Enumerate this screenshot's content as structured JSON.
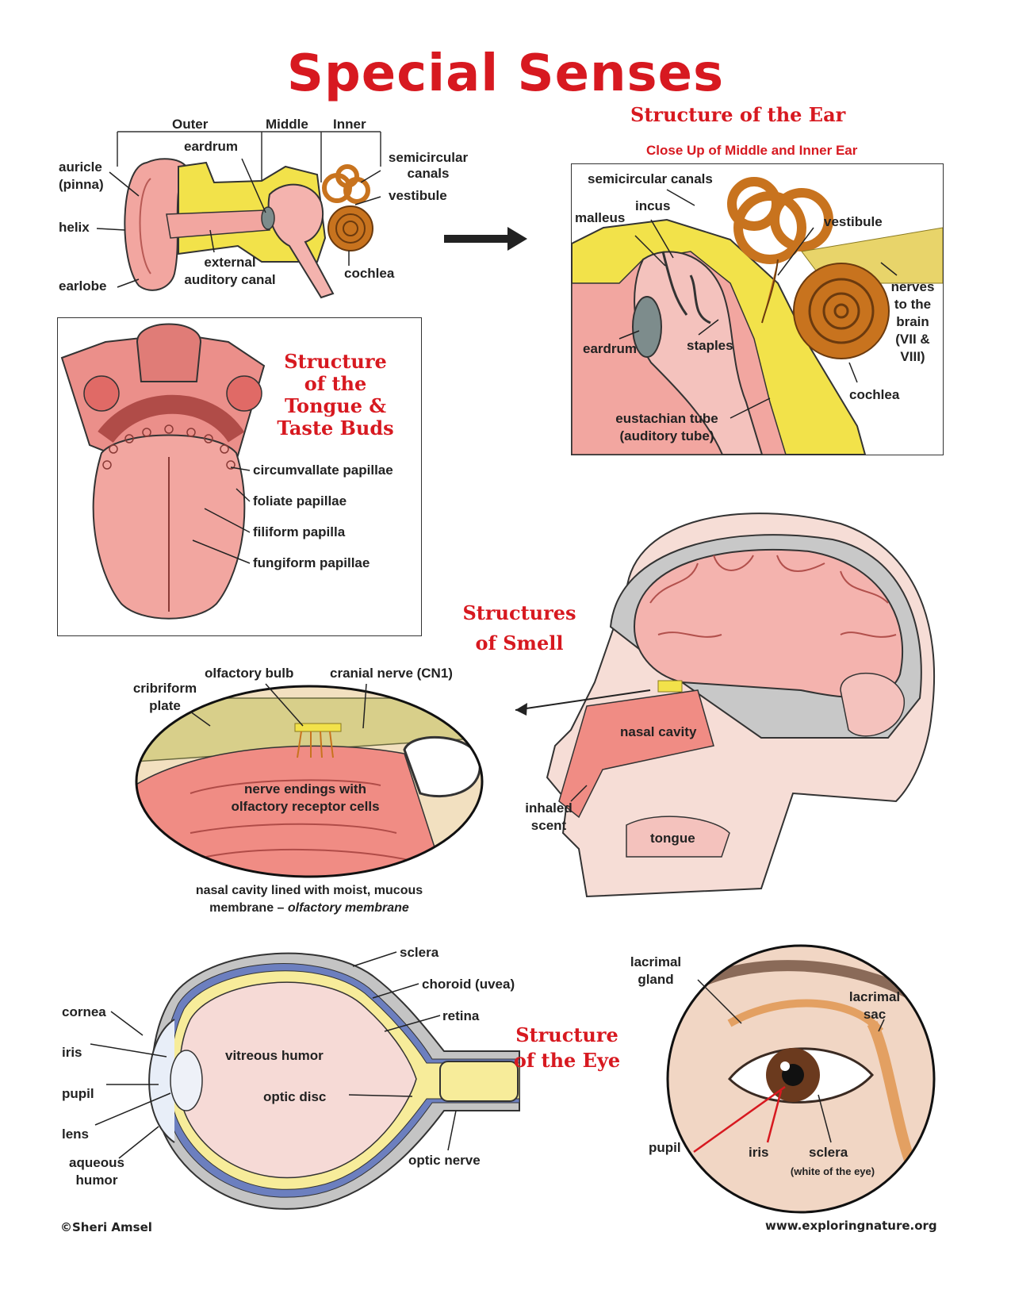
{
  "title": "Special Senses",
  "ear": {
    "title": "Structure of the Ear",
    "regions": [
      "Outer",
      "Middle",
      "Inner"
    ],
    "labels": {
      "auricle": "auricle",
      "pinna": "(pinna)",
      "helix": "helix",
      "earlobe": "earlobe",
      "eardrum": "eardrum",
      "external1": "external",
      "external2": "auditory canal",
      "semicircular1": "semicircular",
      "semicircular2": "canals",
      "vestibule": "vestibule",
      "cochlea": "cochlea"
    },
    "closeup": {
      "title": "Close Up of Middle and Inner Ear",
      "semicircular": "semicircular canals",
      "incus": "incus",
      "malleus": "malleus",
      "vestibule": "vestibule",
      "nerves": [
        "nerves",
        "to the",
        "brain",
        "(VII &",
        "VIII)"
      ],
      "eardrum": "eardrum",
      "staples": "staples",
      "cochlea": "cochlea",
      "eustachian1": "eustachian tube",
      "eustachian2": "(auditory tube)"
    }
  },
  "tongue": {
    "title": [
      "Structure",
      "of the",
      "Tongue &",
      "Taste Buds"
    ],
    "labels": [
      "circumvallate papillae",
      "foliate papillae",
      "filiform papilla",
      "fungiform papillae"
    ]
  },
  "smell": {
    "title": [
      "Structures",
      "of Smell"
    ],
    "olfactory_bulb": "olfactory bulb",
    "cranial_nerve": "cranial nerve (CN1)",
    "cribriform1": "cribriform",
    "cribriform2": "plate",
    "nerve1": "nerve endings with",
    "nerve2": "olfactory receptor cells",
    "caption1": "nasal cavity lined with moist, mucous",
    "caption2a": "membrane – ",
    "caption2b": "olfactory membrane",
    "nasal_cavity": "nasal cavity",
    "inhaled1": "inhaled",
    "inhaled2": "scent",
    "tongue": "tongue"
  },
  "eye": {
    "title": [
      "Structure",
      "of the Eye"
    ],
    "labels": {
      "sclera": "sclera",
      "choroid": "choroid (uvea)",
      "retina": "retina",
      "cornea": "cornea",
      "iris": "iris",
      "pupil": "pupil",
      "lens": "lens",
      "aqueous1": "aqueous",
      "aqueous2": "humor",
      "vitreous": "vitreous humor",
      "optic_disc": "optic disc",
      "optic_nerve": "optic nerve"
    },
    "photo": {
      "lacrimal_gland1": "lacrimal",
      "lacrimal_gland2": "gland",
      "lacrimal_sac1": "lacrimal",
      "lacrimal_sac2": "sac",
      "pupil": "pupil",
      "iris": "iris",
      "sclera": "sclera",
      "sclera_note": "(white of the eye)"
    }
  },
  "footer": {
    "copyright": "©Sheri Amsel",
    "website": "www.exploringnature.org"
  },
  "colors": {
    "title_red": "#d71920",
    "bone_yellow": "#f2e24a",
    "flesh_pink": "#f2a6a0",
    "tissue_pink": "#f7cfc8",
    "cochlea_orange": "#c8731e",
    "brain_pink": "#f4b3ae"
  }
}
